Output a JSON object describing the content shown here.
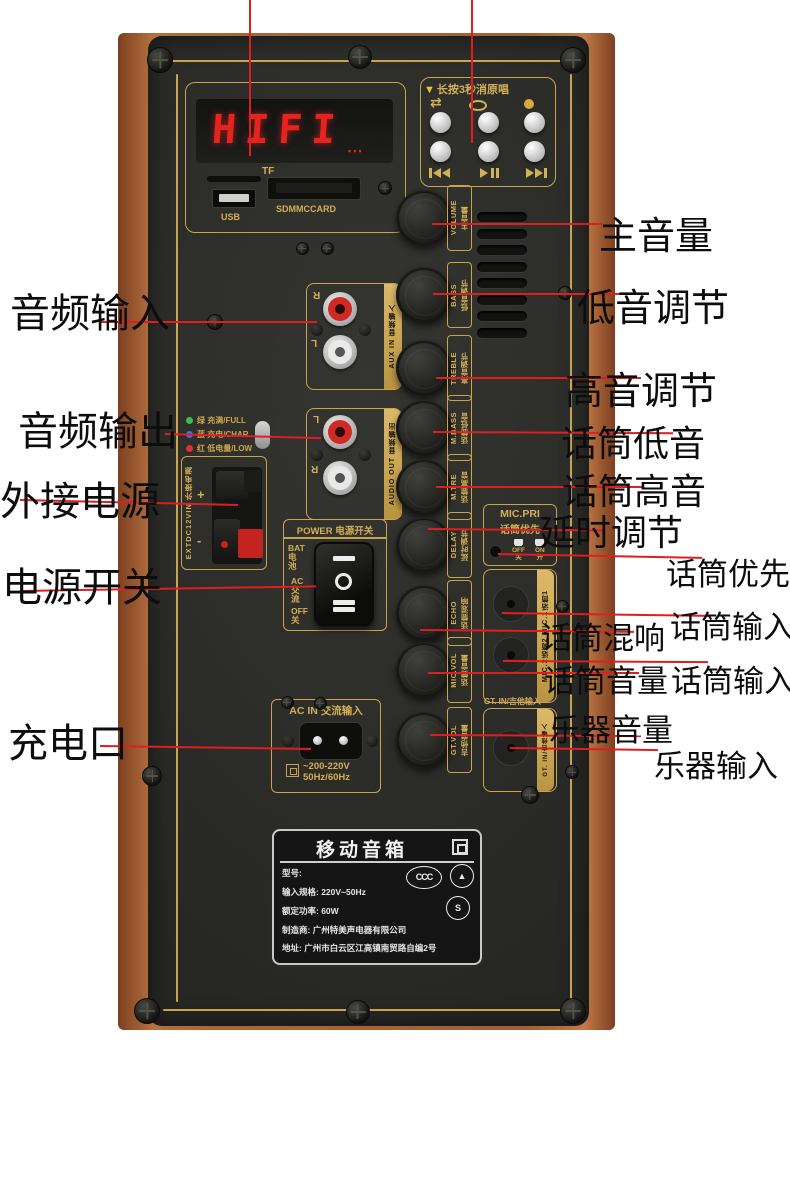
{
  "panel": {
    "media": {
      "display": "HIFI",
      "tf": "TF",
      "sd": "SDMMCCARD",
      "usb": "USB"
    },
    "player": {
      "hint_arrow": "▼",
      "hint": "长按3秒消原唱"
    },
    "knobs": [
      {
        "en": "VOLUME",
        "cn": "主音量"
      },
      {
        "en": "BASS",
        "cn": "低音调节"
      },
      {
        "en": "TREBLE",
        "cn": "高音调节"
      },
      {
        "en": "M.BASS",
        "cn": "话筒低音"
      },
      {
        "en": "M.TRE",
        "cn": "话筒高音"
      },
      {
        "en": "DELAY",
        "cn": "延时调节"
      },
      {
        "en": "ECHO",
        "cn": "话筒混响"
      },
      {
        "en": "MIC.VOL",
        "cn": "话筒音量"
      },
      {
        "en": "GT.VOL",
        "cn": "吉他音量"
      }
    ],
    "aux_in": {
      "strip": "AUX IN 音频输入",
      "top_jack": "R",
      "bottom_jack": "L"
    },
    "audio_out": {
      "strip": "AUDIO OUT 音频输出",
      "top_jack": "L",
      "bottom_jack": "R"
    },
    "battery_leds": [
      {
        "text": "绿 充满/FULL",
        "color": "#43b84e"
      },
      {
        "text": "蓝 充电/CHAR",
        "color": "#3f6fd9"
      },
      {
        "text": "红 低电量/LOW",
        "color": "#e03030"
      }
    ],
    "ext_dc": {
      "strip": "EXTDC12VIN 外接电源",
      "plus": "+",
      "minus": "-"
    },
    "power": {
      "title": "POWER  电源开关",
      "modes": [
        "BAT\n电池",
        "AC\n交流",
        "OFF\n关"
      ]
    },
    "mic_pri": {
      "en": "MIC.PRI",
      "cn": "话筒优先",
      "off": "OFF\n关",
      "on": "ON\n开"
    },
    "mic_in": {
      "strip": "MIC.2话筒2   MIC.1话筒1"
    },
    "gt_in": {
      "label": "GT. IN/吉他输入",
      "strip": "GT. IN/吉他输入"
    },
    "ac_in": {
      "title": "AC IN  交流输入",
      "voltage": "~200-220V",
      "freq": "50Hz/60Hz"
    },
    "spec_label": {
      "title": "移动音箱",
      "rows": [
        "型号:",
        "输入规格: 220V~50Hz",
        "额定功率: 60W",
        "制造商: 广州特美声电器有限公司",
        "地址: 广州市白云区江高镇南贸路自编2号"
      ],
      "cert_ccc": "CCC"
    }
  },
  "annotations": {
    "left": [
      "音频输入",
      "音频输出",
      "外接电源",
      "电源开关",
      "充电口"
    ],
    "right": [
      "主音量",
      "低音调节",
      "高音调节",
      "话筒低音",
      "话筒高音",
      "延时调节",
      "话筒优先",
      "话筒输入",
      "话筒混响",
      "话筒音量",
      "话筒输入",
      "乐器音量",
      "乐器输入"
    ],
    "line_color": "#dd1f1f"
  }
}
